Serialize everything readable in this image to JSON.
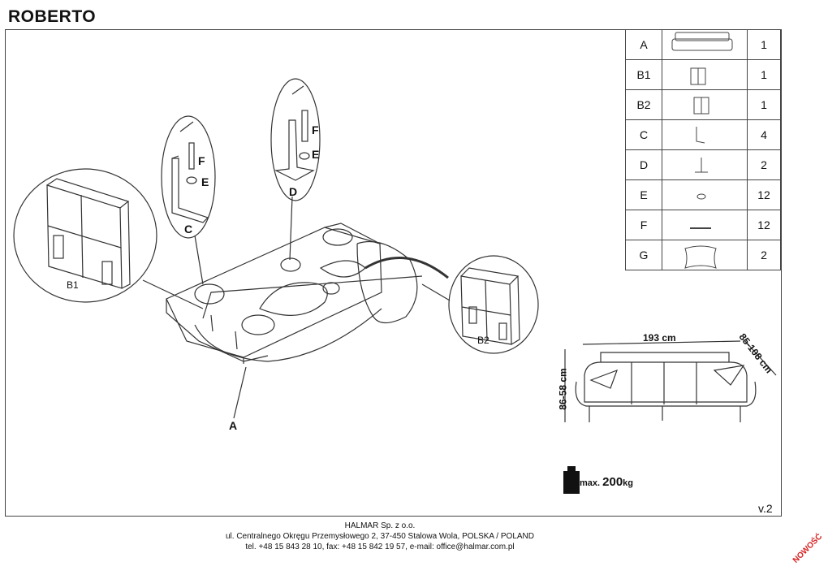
{
  "title": "ROBERTO",
  "labels": {
    "b1": "B1",
    "b2": "B2",
    "a": "A",
    "c": "C",
    "d": "D",
    "f_left": "F",
    "e_left": "E",
    "f_right": "F",
    "e_right": "E"
  },
  "parts": [
    {
      "code": "A",
      "qty": "1",
      "icon": "sofa-icon"
    },
    {
      "code": "B1",
      "qty": "1",
      "icon": "armrest-left-icon"
    },
    {
      "code": "B2",
      "qty": "1",
      "icon": "armrest-right-icon"
    },
    {
      "code": "C",
      "qty": "4",
      "icon": "l-bracket-icon"
    },
    {
      "code": "D",
      "qty": "2",
      "icon": "t-bracket-icon"
    },
    {
      "code": "E",
      "qty": "12",
      "icon": "washer-icon"
    },
    {
      "code": "F",
      "qty": "12",
      "icon": "bolt-icon"
    },
    {
      "code": "G",
      "qty": "2",
      "icon": "pillow-icon"
    }
  ],
  "dimensions": {
    "width": "193 cm",
    "depth": "85-108 cm",
    "height": "86-58 cm"
  },
  "max_load": {
    "prefix": "max.",
    "value": "200",
    "unit": "kg"
  },
  "version": "v.2",
  "footer": {
    "company": "HALMAR Sp. z o.o.",
    "address": "ul. Centralnego Okręgu Przemysłowego 2, 37-450 Stalowa Wola, POLSKA / POLAND",
    "contact": "tel. +48 15 843 28 10, fax: +48 15 842 19 57, e-mail: office@halmar.com.pl"
  },
  "badge": "NOWOŚĆ"
}
